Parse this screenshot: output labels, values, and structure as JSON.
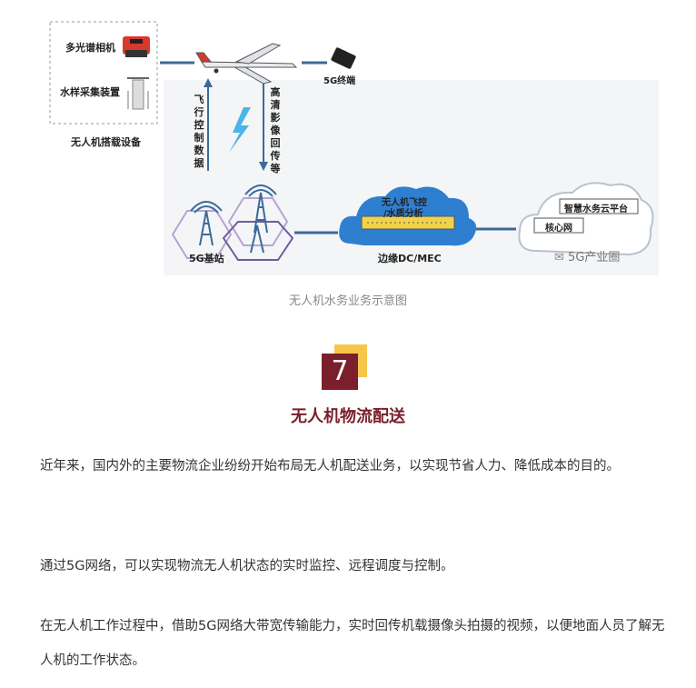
{
  "diagram": {
    "equipment_box_title": "无人机搭载设备",
    "camera_label": "多光谱相机",
    "water_sampler_label": "水样采集装置",
    "terminal_label": "5G终端",
    "flight_data_label": "飞行控制数据",
    "video_return_label": "高清影像回传等",
    "base_station_label": "5G基站",
    "edge_cloud_label_1": "无人机飞控",
    "edge_cloud_label_2": "/水质分析",
    "edge_label": "边缘DC/MEC",
    "smart_water_label": "智慧水务云平台",
    "core_net_label": "核心网",
    "watermark": "5G产业圈"
  },
  "caption": "无人机水务业务示意图",
  "section": {
    "number": "7",
    "title": "无人机物流配送"
  },
  "paragraphs": [
    "近年来，国内外的主要物流企业纷纷开始布局无人机配送业务，以实现节省人力、降低成本的目的。",
    "通过5G网络，可以实现物流无人机状态的实时监控、远程调度与控制。",
    "在无人机工作过程中，借助5G网络大带宽传输能力，实时回传机载摄像头拍摄的视频，以便地面人员了解无人机的工作状态。"
  ],
  "colors": {
    "accent": "#7a1f2b",
    "accent_yellow": "#f6c64a",
    "line_blue": "#3b6a9a"
  }
}
